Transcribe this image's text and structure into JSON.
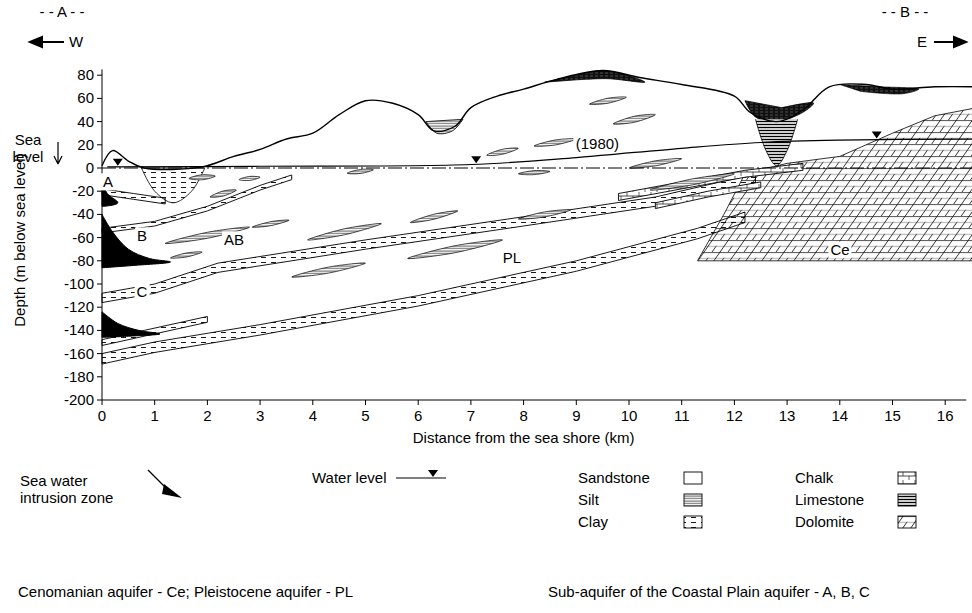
{
  "diagram": {
    "labels": [
      "- - A - -",
      "- - B - -",
      "W",
      "E",
      "80",
      "60",
      "40",
      "20",
      "0",
      "-20",
      "-40",
      "-60",
      "-80",
      "-100",
      "-120",
      "-140",
      "-160",
      "-180",
      "-200",
      "Sea level",
      "Depth (m below sea level)",
      "0",
      "1",
      "2",
      "3",
      "4",
      "5",
      "6",
      "7",
      "8",
      "9",
      "10",
      "11",
      "12",
      "13",
      "14",
      "15",
      "16",
      "Distance from the sea shore (km)",
      "A",
      "AB",
      "B",
      "PL",
      "(1980)",
      "Ce",
      "C",
      "Cenomanian aquifer - Ce; Pleistocene aquifer - PL",
      "Sub-aquifer of the Coastal Plain aquifer - A, B, C"
    ],
    "legend": [
      {
        "text": "Sea water intrusion zone"
      },
      {
        "text": "Water level"
      },
      {
        "text": "Sandstone"
      },
      {
        "text": "Silt"
      },
      {
        "text": "Clay"
      },
      {
        "text": "Chalk"
      },
      {
        "text": "Limestone"
      },
      {
        "text": "Dolomite"
      }
    ]
  }
}
